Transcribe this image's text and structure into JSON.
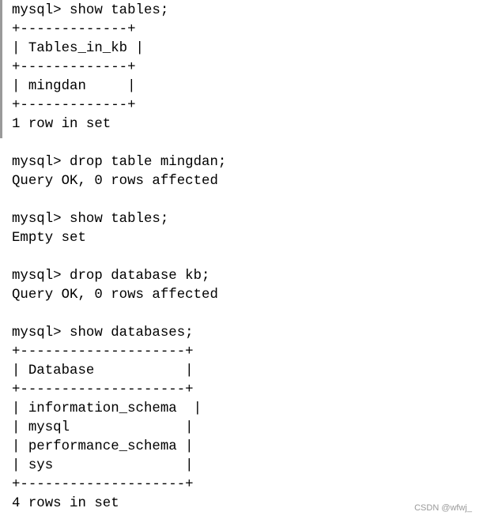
{
  "terminal": {
    "lines": [
      "mysql> show tables;",
      "+-------------+",
      "| Tables_in_kb |",
      "+-------------+",
      "| mingdan     |",
      "+-------------+",
      "1 row in set",
      "",
      "mysql> drop table mingdan;",
      "Query OK, 0 rows affected",
      "",
      "mysql> show tables;",
      "Empty set",
      "",
      "mysql> drop database kb;",
      "Query OK, 0 rows affected",
      "",
      "mysql> show databases;",
      "+--------------------+",
      "| Database           |",
      "+--------------------+",
      "| information_schema  |",
      "| mysql              |",
      "| performance_schema |",
      "| sys                |",
      "+--------------------+",
      "4 rows in set"
    ]
  },
  "watermark": "CSDN @wfwj_"
}
